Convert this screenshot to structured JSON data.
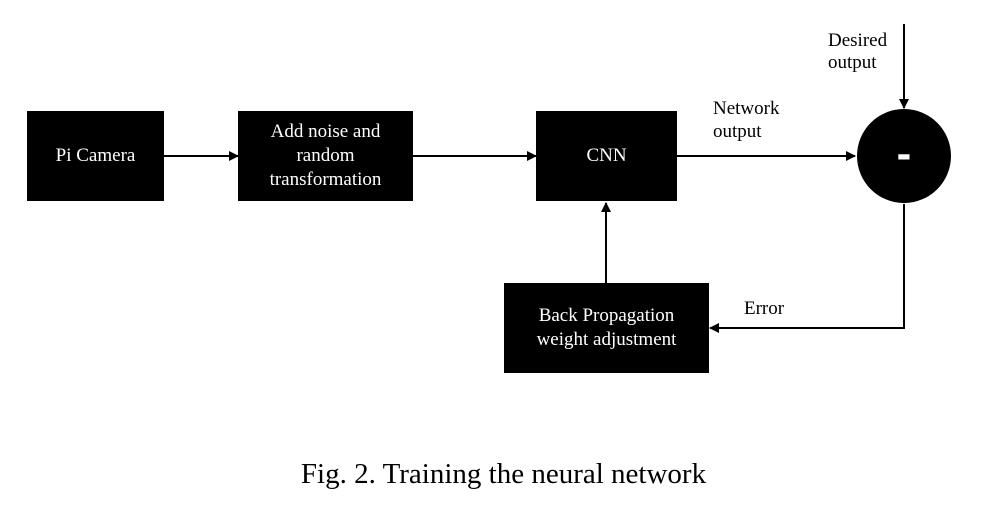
{
  "nodes": {
    "pi_camera": {
      "lines": [
        "Pi Camera"
      ]
    },
    "add_noise": {
      "lines": [
        "Add noise and",
        "random",
        "transformation"
      ]
    },
    "cnn": {
      "lines": [
        "CNN"
      ]
    },
    "backprop": {
      "lines": [
        "Back Propagation",
        "weight adjustment"
      ]
    },
    "subtractor": {
      "symbol": "-"
    }
  },
  "edge_labels": {
    "desired_output": [
      "Desired",
      "output"
    ],
    "network_output": [
      "Network",
      "output"
    ],
    "error": "Error"
  },
  "caption": "Fig. 2.  Training the neural network",
  "colors": {
    "node_fill": "#000000",
    "node_text": "#ffffff",
    "line": "#000000"
  }
}
